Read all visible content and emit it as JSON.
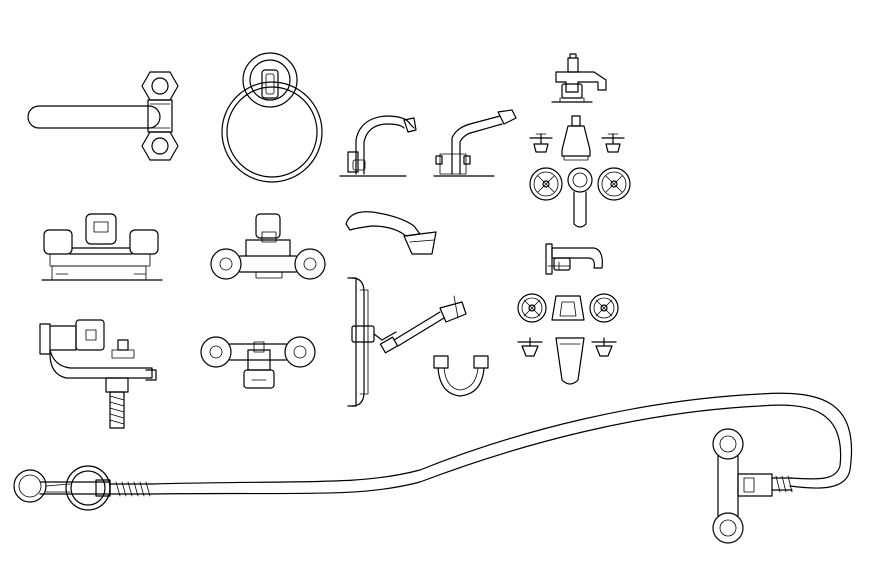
{
  "drawing": {
    "background": "#ffffff",
    "line_color": "#000000",
    "blocks": [
      {
        "name": "wall-mixer-side-view"
      },
      {
        "name": "towel-ring"
      },
      {
        "name": "gooseneck-basin-tap"
      },
      {
        "name": "swivel-kitchen-mixer"
      },
      {
        "name": "bath-spout-elevation"
      },
      {
        "name": "three-hole-basin-mixer-elevation"
      },
      {
        "name": "three-hole-basin-mixer-plan"
      },
      {
        "name": "basin-mixer-front-elevation"
      },
      {
        "name": "wall-bath-mixer-front"
      },
      {
        "name": "basin-spout-side"
      },
      {
        "name": "wall-spout-elevation"
      },
      {
        "name": "cross-head-mixer-plan"
      },
      {
        "name": "cross-head-mixer-front"
      },
      {
        "name": "bath-mixer-side-with-hose"
      },
      {
        "name": "thermostatic-bar-mixer"
      },
      {
        "name": "slide-rail-shower-kit"
      },
      {
        "name": "soap-dish-holder"
      },
      {
        "name": "hand-shower-with-long-hose"
      }
    ]
  }
}
